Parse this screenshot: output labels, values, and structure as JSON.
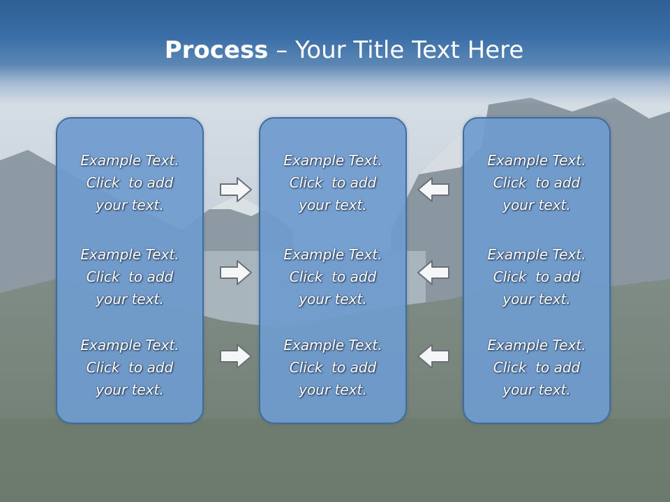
{
  "slide": {
    "title_bold": "Process",
    "title_rest": " – Your Title Text Here"
  },
  "columns": [
    {
      "items": [
        {
          "lines": [
            "Example Text.",
            "Click  to add",
            "your text."
          ]
        },
        {
          "lines": [
            "Example Text.",
            "Click  to add",
            "your text."
          ]
        },
        {
          "lines": [
            "Example Text.",
            "Click  to add",
            "your text."
          ]
        }
      ]
    },
    {
      "items": [
        {
          "lines": [
            "Example Text.",
            "Click  to add",
            "your text."
          ]
        },
        {
          "lines": [
            "Example Text.",
            "Click  to add",
            "your text."
          ]
        },
        {
          "lines": [
            "Example Text.",
            "Click  to add",
            "your text."
          ]
        }
      ]
    },
    {
      "items": [
        {
          "lines": [
            "Example Text.",
            "Click  to add",
            "your text."
          ]
        },
        {
          "lines": [
            "Example Text.",
            "Click  to add",
            "your text."
          ]
        },
        {
          "lines": [
            "Example Text.",
            "Click  to add",
            "your text."
          ]
        }
      ]
    }
  ],
  "arrows": {
    "left_group_direction": "right",
    "right_group_direction": "left",
    "icon": "outline-arrow-icon"
  },
  "colors": {
    "title_band": "#3a6ea6",
    "box_fill": "#6f9bce",
    "box_border": "#3f6c9f",
    "text": "#ffffff"
  }
}
